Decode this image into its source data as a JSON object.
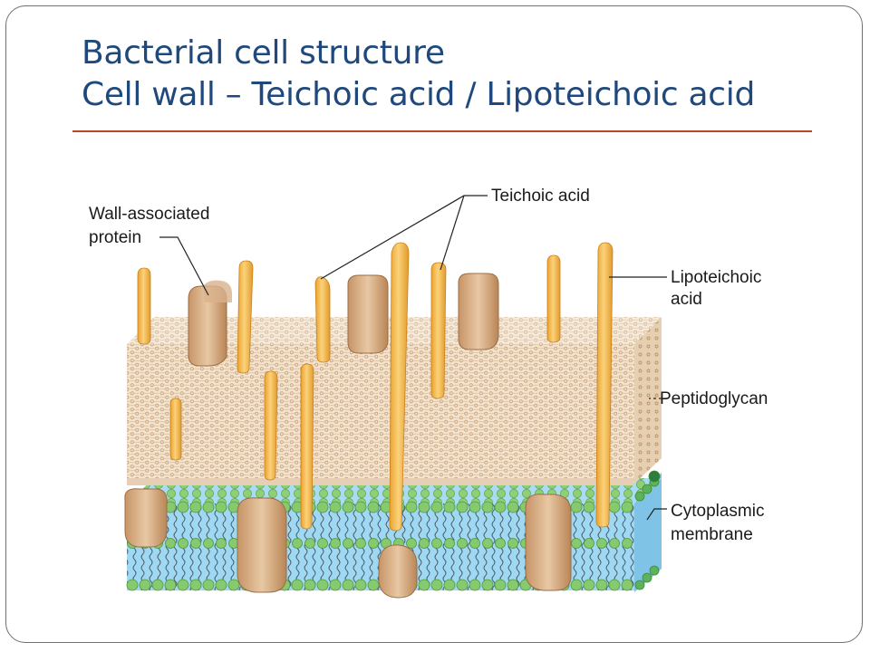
{
  "slide": {
    "title_line1": "Bacterial cell structure",
    "title_line2": "Cell wall – Teichoic acid / Lipoteichoic acid"
  },
  "diagram": {
    "labels": {
      "wall_protein_line1": "Wall-associated",
      "wall_protein_line2": "protein",
      "teichoic_acid": "Teichoic acid",
      "lipoteichoic_line1": "Lipoteichoic",
      "lipoteichoic_line2": "acid",
      "peptidoglycan": "Peptidoglycan",
      "membrane_line1": "Cytoplasmic",
      "membrane_line2": "membrane"
    },
    "colors": {
      "title": "#1f497d",
      "title_rule": "#b7472a",
      "peptidoglycan": "#f0dcc4",
      "membrane": "#8fd0ee",
      "lipid_head": "#7cc86a",
      "teichoic_acid": "#f4b64a",
      "protein": "#d9b088"
    }
  }
}
